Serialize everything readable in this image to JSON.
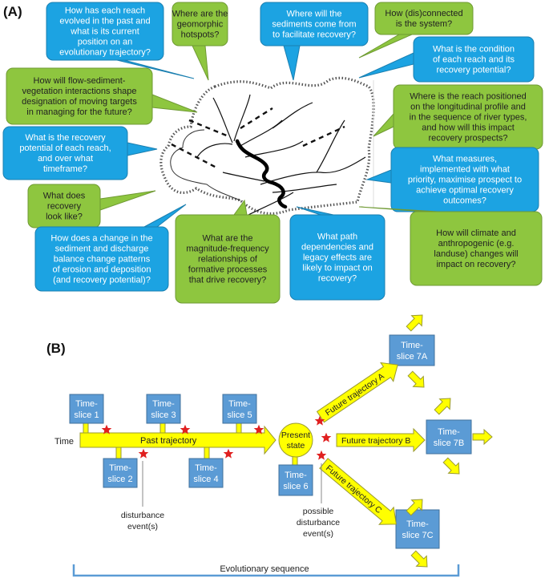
{
  "panel_a": {
    "label": "(A)",
    "bubbles": [
      {
        "id": "bubble-evolutionary-trajectory",
        "color": "blue",
        "lines": [
          "How has each reach",
          "evolved in the past and",
          "what is its current",
          "position on an",
          "evolutionary trajectory?"
        ]
      },
      {
        "id": "bubble-geomorphic-hotspots",
        "color": "green",
        "lines": [
          "Where are the",
          "geomorphic",
          "hotspots?"
        ]
      },
      {
        "id": "bubble-sediment-source",
        "color": "blue",
        "lines": [
          "Where will the",
          "sediments come from",
          "to facilitate recovery?"
        ]
      },
      {
        "id": "bubble-connectivity",
        "color": "green",
        "lines": [
          "How (dis)connected",
          "is the system?"
        ]
      },
      {
        "id": "bubble-reach-condition",
        "color": "blue",
        "lines": [
          "What is the condition",
          "of each reach and its",
          "recovery potential?"
        ]
      },
      {
        "id": "bubble-flow-sediment-vegetation",
        "color": "green",
        "lines": [
          "How will flow-sediment-",
          "vegetation interactions shape",
          "designation of moving targets",
          "in managing for the future?"
        ]
      },
      {
        "id": "bubble-longitudinal-profile",
        "color": "green",
        "lines": [
          "Where is the reach positioned",
          "on the longitudinal profile and",
          "in the sequence of river types,",
          "and how will this impact",
          "recovery prospects?"
        ]
      },
      {
        "id": "bubble-recovery-potential-timeframe",
        "color": "blue",
        "lines": [
          "What is the recovery",
          "potential of each reach,",
          "and over what",
          "timeframe?"
        ]
      },
      {
        "id": "bubble-measures-priority",
        "color": "blue",
        "lines": [
          "What measures,",
          "implemented with what",
          "priority, maximise prospect to",
          "achieve optimal recovery",
          "outcomes?"
        ]
      },
      {
        "id": "bubble-recovery-look",
        "color": "green",
        "lines": [
          "What does",
          "recovery",
          "look like?"
        ]
      },
      {
        "id": "bubble-sediment-discharge-balance",
        "color": "blue",
        "lines": [
          "How does a change in the",
          "sediment and discharge",
          "balance change patterns",
          "of erosion and deposition",
          "(and recovery potential)?"
        ]
      },
      {
        "id": "bubble-magnitude-frequency",
        "color": "green",
        "lines": [
          "What are the",
          "magnitude-frequency",
          "relationships of",
          "formative processes",
          "that drive recovery?"
        ]
      },
      {
        "id": "bubble-path-dependencies",
        "color": "blue",
        "lines": [
          "What path",
          "dependencies and",
          "legacy effects are",
          "likely to impact on",
          "recovery?"
        ]
      },
      {
        "id": "bubble-climate-landuse",
        "color": "green",
        "lines": [
          "How will climate and",
          "anthropogenic (e.g.",
          "landuse) changes will",
          "impact on recovery?"
        ]
      }
    ]
  },
  "panel_b": {
    "label": "(B)",
    "time_label": "Time",
    "past_trajectory": "Past trajectory",
    "present_state": [
      "Present",
      "state"
    ],
    "future_a": "Future trajectory A",
    "future_b": "Future trajectory B",
    "future_c": "Future trajectory C",
    "time_slices": [
      {
        "id": "1",
        "lines": [
          "Time-",
          "slice 1"
        ]
      },
      {
        "id": "2",
        "lines": [
          "Time-",
          "slice 2"
        ]
      },
      {
        "id": "3",
        "lines": [
          "Time-",
          "slice 3"
        ]
      },
      {
        "id": "4",
        "lines": [
          "Time-",
          "slice 4"
        ]
      },
      {
        "id": "5",
        "lines": [
          "Time-",
          "slice 5"
        ]
      },
      {
        "id": "6",
        "lines": [
          "Time-",
          "slice 6"
        ]
      },
      {
        "id": "7A",
        "lines": [
          "Time-",
          "slice 7A"
        ]
      },
      {
        "id": "7B",
        "lines": [
          "Time-",
          "slice 7B"
        ]
      },
      {
        "id": "7C",
        "lines": [
          "Time-",
          "slice 7C"
        ]
      }
    ],
    "disturbance_label": [
      "disturbance",
      "event(s)"
    ],
    "possible_disturbance_label": [
      "possible",
      "disturbance",
      "event(s)"
    ],
    "evolutionary_sequence": "Evolutionary sequence"
  },
  "colors": {
    "bubble_blue": "#1ca3e2",
    "bubble_green": "#8ec63f",
    "box_blue": "#5b9bd5",
    "arrow_yellow": "#ffff00",
    "star_red": "#e02020",
    "bracket_blue": "#5b9bd5"
  }
}
